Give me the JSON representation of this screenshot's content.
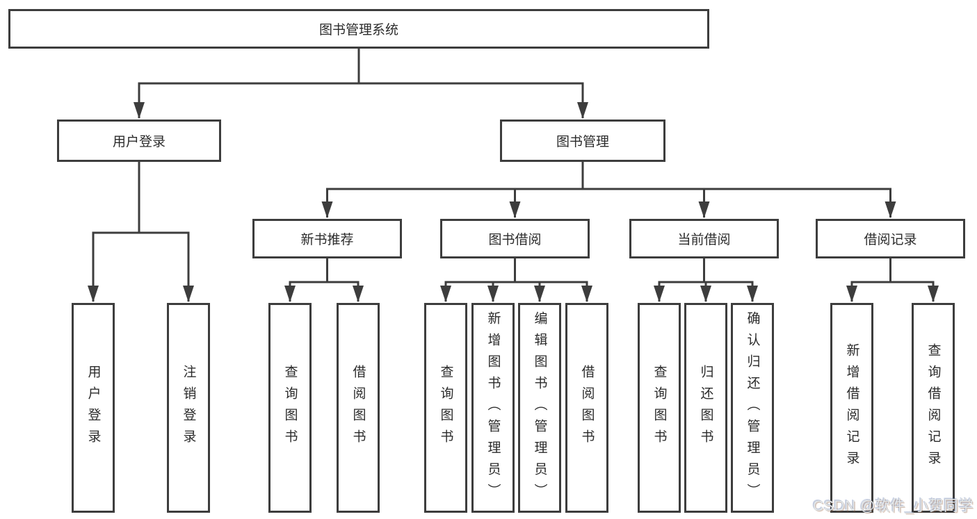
{
  "diagram": {
    "title": "图书管理系统",
    "nodes": [
      {
        "id": "root",
        "label": "图书管理系统",
        "parent": null
      },
      {
        "id": "user-login",
        "label": "用户登录",
        "parent": "root"
      },
      {
        "id": "book-mgmt",
        "label": "图书管理",
        "parent": "root"
      },
      {
        "id": "user-login-leaf",
        "label": "用户登录",
        "parent": "user-login"
      },
      {
        "id": "logout",
        "label": "注销登录",
        "parent": "user-login"
      },
      {
        "id": "new-book-rec",
        "label": "新书推荐",
        "parent": "book-mgmt"
      },
      {
        "id": "book-borrow",
        "label": "图书借阅",
        "parent": "book-mgmt"
      },
      {
        "id": "current-borrow",
        "label": "当前借阅",
        "parent": "book-mgmt"
      },
      {
        "id": "borrow-records",
        "label": "借阅记录",
        "parent": "book-mgmt"
      },
      {
        "id": "query-books-1",
        "label": "查询图书",
        "parent": "new-book-rec"
      },
      {
        "id": "borrow-books-1",
        "label": "借阅图书",
        "parent": "new-book-rec"
      },
      {
        "id": "query-books-2",
        "label": "查询图书",
        "parent": "book-borrow"
      },
      {
        "id": "add-books",
        "label": "新增图书（管理员）",
        "parent": "book-borrow"
      },
      {
        "id": "edit-books",
        "label": "编辑图书（管理员）",
        "parent": "book-borrow"
      },
      {
        "id": "borrow-books-2",
        "label": "借阅图书",
        "parent": "book-borrow"
      },
      {
        "id": "query-books-3",
        "label": "查询图书",
        "parent": "current-borrow"
      },
      {
        "id": "return-books",
        "label": "归还图书",
        "parent": "current-borrow"
      },
      {
        "id": "confirm-return",
        "label": "确认归还（管理员）",
        "parent": "current-borrow"
      },
      {
        "id": "add-borrow-record",
        "label": "新增借阅记录",
        "parent": "borrow-records"
      },
      {
        "id": "query-borrow-record",
        "label": "查询借阅记录",
        "parent": "borrow-records"
      }
    ]
  },
  "watermark": {
    "text": "CSDN @软件_小贺同学"
  },
  "colors": {
    "line": "#3d3d3d",
    "box_border": "#3d3d3d",
    "text": "#2b2b2b",
    "background": "#ffffff",
    "watermark_text": "#e6eaed"
  }
}
